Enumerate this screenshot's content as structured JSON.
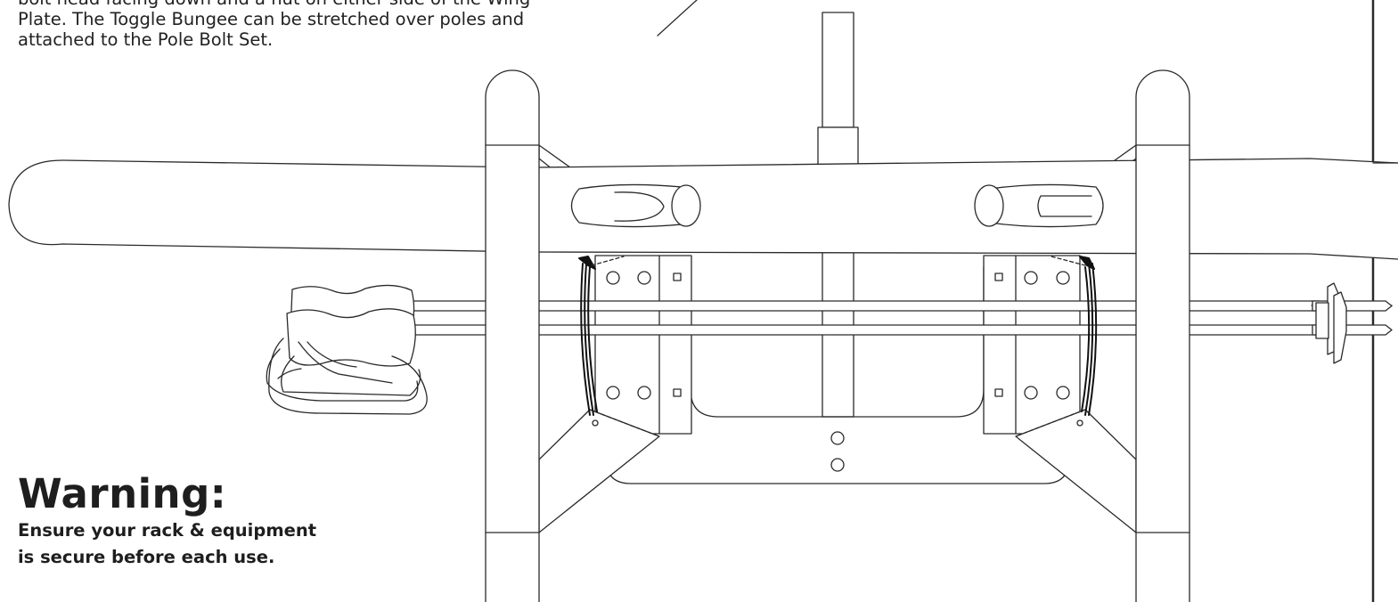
{
  "instructions": {
    "lines": [
      "bolt head facing down and a nut on either side of the Wing",
      "Plate. The Toggle Bungee can be stretched over poles and",
      "attached to the Pole Bolt Set."
    ]
  },
  "warning": {
    "title": "Warning:",
    "lines": [
      "Ensure your rack & equipment",
      "is secure before each use."
    ]
  }
}
